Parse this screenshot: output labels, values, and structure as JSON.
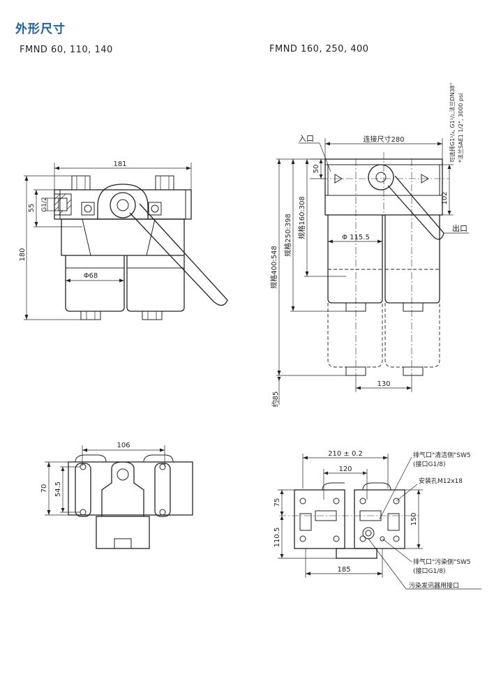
{
  "section_title": "外形尺寸",
  "models": {
    "left": "FMND  60, 110, 140",
    "right": "FMND  160, 250, 400"
  },
  "left_front": {
    "width": "181",
    "height": "180",
    "port_offset": "55",
    "port": "G1/2",
    "bowl_dia": "Φ68"
  },
  "right_front": {
    "inlet": "入口",
    "outlet": "出口",
    "conn_size": "连接尺寸280",
    "dim_50": "50",
    "dim_102": "102",
    "dia": "Φ 115.5",
    "spec_small": "规格160:308",
    "spec_mid": "规格250:398",
    "spec_large": "规格400:548",
    "approx": "约85",
    "bottom_spacing": "130",
    "note1": "可选择G1¹/₄, G1¹/₂,法兰DN38\"",
    "note2": "*法兰SAE1 1/2\", 3000 psi"
  },
  "left_bottom": {
    "width": "106",
    "height": "70",
    "hole_spacing": "54.5"
  },
  "right_bottom": {
    "width": "210 ± 0.2",
    "inner": "120",
    "top": "75",
    "lower": "110.5",
    "depth": "150",
    "bottom": "185",
    "callout_vent_clean": "排气口\"清洁侧\"SW5",
    "callout_vent_clean_sub": "(接口G1/8)",
    "callout_mount": "安装孔M12x18",
    "callout_vent_dirty": "排气口\"污染侧\"SW5",
    "callout_vent_dirty_sub": "(接口G1/8)",
    "callout_indicator": "污染发讯器用接口"
  }
}
